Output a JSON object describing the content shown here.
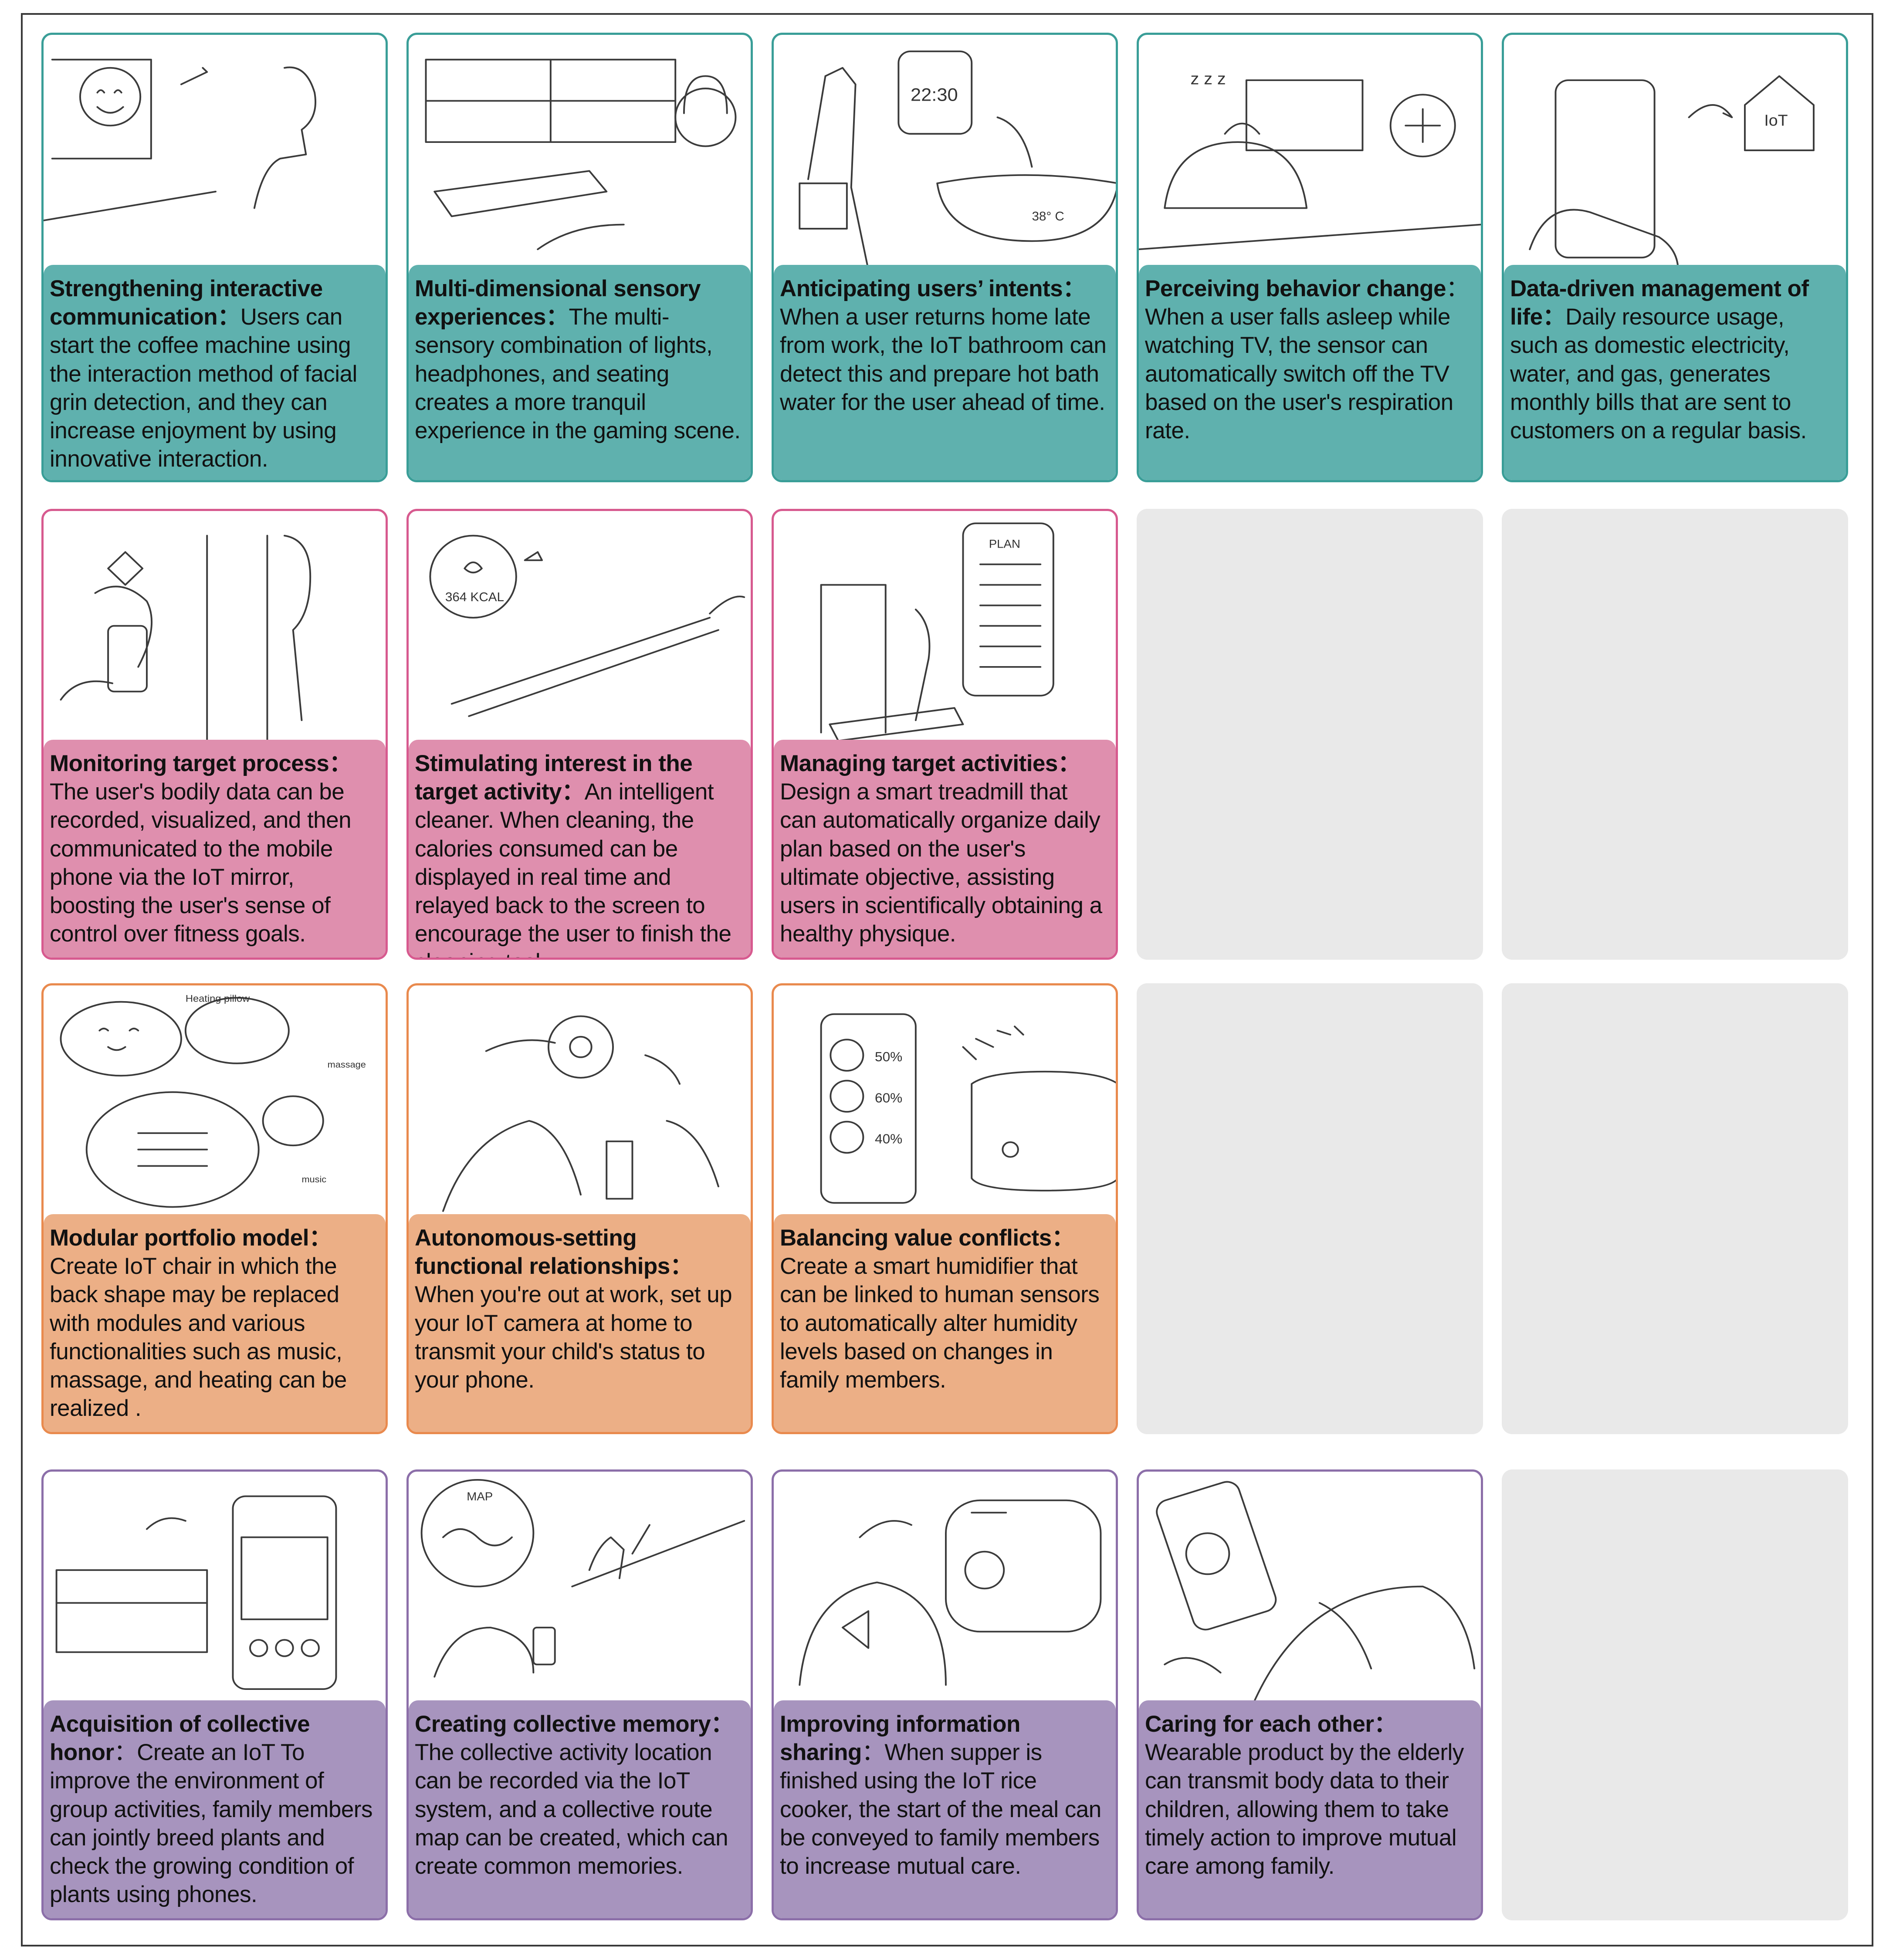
{
  "colors": {
    "teal": "#5fb1ae",
    "pink": "#df8fae",
    "orange": "#ecaf86",
    "purple": "#a794be",
    "placeholder": "#e9e9e9"
  },
  "rows": [
    {
      "theme": "teal",
      "cards": [
        {
          "title": "Strengthening interactive communication：",
          "body": "Users can start the coffee machine using the interaction method of facial grin detection, and they can increase enjoyment by using innovative interaction."
        },
        {
          "title": "Multi-dimensional sensory experiences：",
          "body": "The multi-sensory combination of lights, headphones, and seating creates a more tranquil experience in the gaming scene."
        },
        {
          "title": "Anticipating users’ intents：",
          "body": "When a user returns home late from work, the IoT bathroom can detect this and prepare hot bath water for the user ahead of time."
        },
        {
          "title": "Perceiving behavior change",
          "body": "：When a user falls asleep while watching TV, the sensor can automatically switch off the TV based on the user's respiration rate."
        },
        {
          "title": "Data-driven management of life：",
          "body": "Daily resource usage, such as domestic electricity, water, and gas, generates monthly bills that are sent to customers on a regular basis."
        }
      ]
    },
    {
      "theme": "pink",
      "cards": [
        {
          "title": "Monitoring target process：",
          "body": "The user's bodily data can be recorded, visualized, and then communicated to the mobile phone via the IoT mirror, boosting the user's sense of control over fitness goals."
        },
        {
          "title": "Stimulating interest in the target activity：",
          "body": "An intelligent cleaner. When cleaning, the calories consumed can be displayed in real time and relayed back to the screen to encourage the user to finish the cleaning task."
        },
        {
          "title": "Managing target activities：",
          "body": "Design a smart treadmill that can automatically organize daily plan based on the user's ultimate objective, assisting users in scientifically obtaining a healthy physique."
        }
      ]
    },
    {
      "theme": "orange",
      "cards": [
        {
          "title": "Modular portfolio model：",
          "body": "Create IoT chair in which the back shape may be replaced with modules and various functionalities such as music, massage, and heating can be realized ."
        },
        {
          "title": "Autonomous-setting functional relationships：",
          "body": "When you're out at work, set up your IoT camera at home to transmit your child's status to your phone."
        },
        {
          "title": "Balancing value conflicts：",
          "body": "Create a smart humidifier that can be linked to human sensors to automatically alter humidity levels based on changes in family members."
        }
      ]
    },
    {
      "theme": "purple",
      "cards": [
        {
          "title": "Acquisition of collective honor",
          "body": "：Create an IoT To improve the environment of group activities, family members can jointly breed plants and check the growing condition of plants using phones."
        },
        {
          "title": "Creating collective memory：",
          "body": "The collective activity location can be recorded via the IoT system, and a collective route map can be created, which can create common memories."
        },
        {
          "title": "Improving information sharing",
          "body": "：When supper is finished using the IoT rice cooker, the start of the meal can be conveyed to family members to increase mutual care."
        },
        {
          "title": "Caring for each other：",
          "body": "Wearable product by the elderly can transmit body data to their children, allowing them to take timely action to improve mutual care among family."
        }
      ]
    }
  ],
  "sketch_labels": {
    "watch_time": "22:30",
    "bath_temp": "38° C",
    "house_label": "IoT",
    "kcal": "364 KCAL",
    "plan": "PLAN",
    "pillow": "Heating pillow",
    "massage": "massage",
    "music": "music",
    "pct1": "50%",
    "pct2": "60%",
    "pct3": "40%",
    "map": "MAP"
  }
}
